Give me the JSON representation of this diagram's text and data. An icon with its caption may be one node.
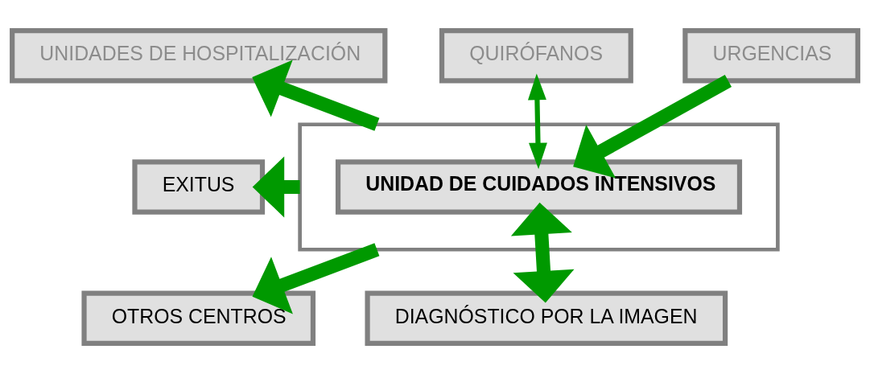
{
  "diagram": {
    "nodes": [
      {
        "text": [
          "UNIDADES DE HOSPITALIZACIÓN"
        ]
      },
      {
        "text": [
          "QUIRÓFANOS"
        ]
      },
      {
        "text": [
          "URGENCIAS"
        ]
      },
      {
        "text": [
          "EXITUS"
        ]
      },
      {
        "text": [],
        "shape": "box"
      },
      {
        "text": [
          "UNIDAD DE CUIDADOS INTENSIVOS"
        ],
        "in": 4
      },
      {
        "text": [
          "OTROS CENTROS"
        ]
      },
      {
        "text": [
          "DIAGNÓSTICO POR LA IMAGEN"
        ]
      }
    ],
    "edges": [
      {
        "from": 4,
        "to": 0,
        "arrow": "to"
      },
      {
        "from": 4,
        "to": 3,
        "arrow": "to"
      },
      {
        "from": 4,
        "to": 6,
        "arrow": "to"
      },
      {
        "from": 1,
        "to": 5,
        "arrow": "both"
      },
      {
        "from": 2,
        "to": 5,
        "arrow": "to"
      },
      {
        "from": 5,
        "to": 7,
        "arrow": "both"
      }
    ]
  }
}
